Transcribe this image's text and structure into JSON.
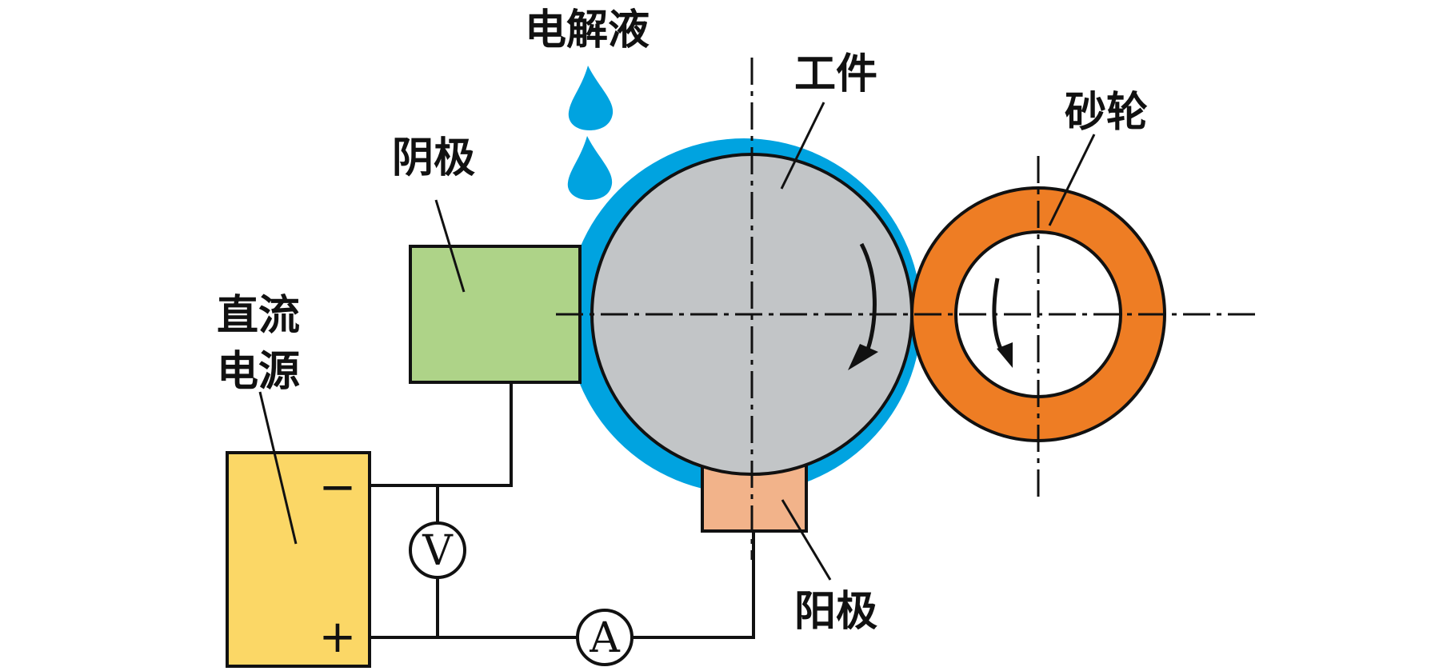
{
  "labels": {
    "electrolyte": "电解液",
    "workpiece": "工件",
    "grinding_wheel": "砂轮",
    "cathode": "阴极",
    "dc_power_line1": "直流",
    "dc_power_line2": "电源",
    "anode": "阳极"
  },
  "meters": {
    "voltmeter": "V",
    "ammeter": "A"
  },
  "terminals": {
    "negative": "−",
    "positive": "+"
  },
  "colors": {
    "electrolyte_blue": "#00a3e0",
    "workpiece_gray": "#c2c5c7",
    "cathode_green": "#aed388",
    "anode_peach": "#f2b38a",
    "wheel_orange": "#ee7d24",
    "power_yellow": "#fbd766",
    "outline": "#111111"
  }
}
